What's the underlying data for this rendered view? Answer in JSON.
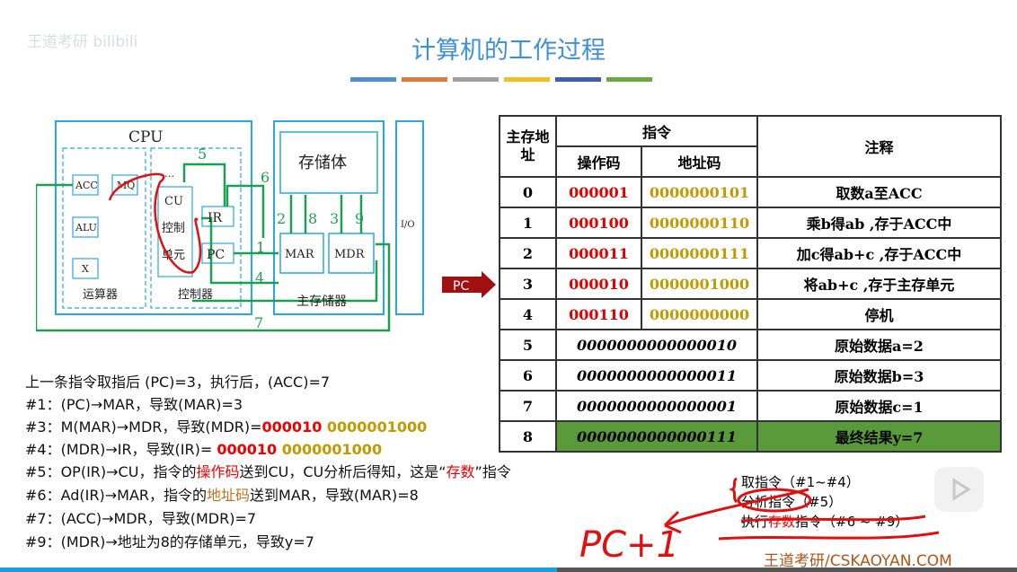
{
  "title": "计算机的工作过程",
  "watermark": "王道考研 bilibili",
  "bar_colors": [
    "#4f8fd0",
    "#e07a3a",
    "#a0a0a0",
    "#f0c020",
    "#3f5fb0",
    "#6aaa40"
  ],
  "diagram": {
    "cpu": "CPU",
    "acc": "ACC",
    "mq": "MQ",
    "alu": "ALU",
    "x": "X",
    "alu_group": "运算器",
    "cu": "CU",
    "cu_label1": "控制",
    "cu_label2": "单元",
    "ir": "IR",
    "pc": "PC",
    "ctrl_group": "控制器",
    "storage": "存储体",
    "mar": "MAR",
    "mdr": "MDR",
    "mem_group": "主存储器",
    "io": "I/O",
    "dots": "…",
    "steps": [
      "1",
      "2",
      "3",
      "4",
      "5",
      "6",
      "7",
      "8",
      "9"
    ]
  },
  "pc_pointer": "PC",
  "table": {
    "h_addr": "主存地址",
    "h_instr": "指令",
    "h_op": "操作码",
    "h_ad": "地址码",
    "h_note": "注释",
    "rows": [
      {
        "addr": "0",
        "op": "000001",
        "ad": "0000000101",
        "note": "取数a至ACC"
      },
      {
        "addr": "1",
        "op": "000100",
        "ad": "0000000110",
        "note": "乘b得ab ,存于ACC中"
      },
      {
        "addr": "2",
        "op": "000011",
        "ad": "0000000111",
        "note": "加c得ab+c ,存于ACC中"
      },
      {
        "addr": "3",
        "op": "000010",
        "ad": "0000001000",
        "note": "将ab+c ,存于主存单元"
      },
      {
        "addr": "4",
        "op": "000110",
        "ad": "0000000000",
        "note": "停机"
      }
    ],
    "data_rows": [
      {
        "addr": "5",
        "value": "0000000000000010",
        "note": "原始数据a=2"
      },
      {
        "addr": "6",
        "value": "0000000000000011",
        "note": "原始数据b=3"
      },
      {
        "addr": "7",
        "value": "0000000000000001",
        "note": "原始数据c=1"
      },
      {
        "addr": "8",
        "value": "0000000000000111",
        "note": "最终结果y=7"
      }
    ]
  },
  "lines": {
    "l0": "上一条指令取指后 (PC)=3，执行后，(ACC)=7",
    "l1": "#1：(PC)→MAR，导致(MAR)=3",
    "l3a": "#3：M(MAR)→MDR，导致(MDR)=",
    "l3op": "000010",
    "l3ad": " 0000001000",
    "l4a": "#4：(MDR)→IR，导致(IR)= ",
    "l4op": "000010",
    "l4ad": " 0000001000",
    "l5a": "#5：OP(IR)→CU，指令的",
    "l5b": "操作码",
    "l5c": "送到CU，CU分析后得知，这是“",
    "l5d": "存数",
    "l5e": "”指令",
    "l6a": "#6：Ad(IR)→MAR，指令的",
    "l6b": "地址码",
    "l6c": "送到MAR，导致(MAR)=8",
    "l7": "#7：(ACC)→MDR，导致(MDR)=7",
    "l9": "#9：(MDR)→地址为8的存储单元，导致y=7"
  },
  "steps": {
    "fetch": "取指令（#1~#4）",
    "analyze": "分析指令（#5）",
    "exec_a": "执行",
    "exec_b": "存数",
    "exec_c": "指令（#6 ~ #9）"
  },
  "annotation": "PC+1",
  "brand": "王道考研/CSKAOYAN.COM"
}
